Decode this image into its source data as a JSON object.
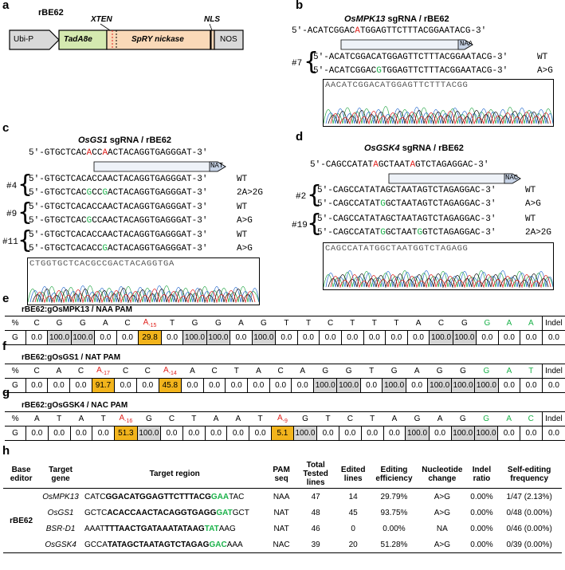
{
  "panels": {
    "a": "a",
    "b": "b",
    "c": "c",
    "d": "d",
    "e": "e",
    "f": "f",
    "g": "g",
    "h": "h"
  },
  "construct": {
    "title": "rBE62",
    "ubi": "Ubi-P",
    "tada": "TadA8e",
    "xten": "XTEN",
    "spry": "SpRY nickase",
    "nls": "NLS",
    "nos": "NOS"
  },
  "b": {
    "title_gene": "OsMPK13",
    "title_rest": " sgRNA / rBE62",
    "ref": "5′-ACATCGGACATGGAGTTCTTTACGGAATACG-3′",
    "pam": "NAA",
    "line": "#7",
    "s1": "5′-ACATCGGACATGGAGTTCTTTACGGAATACG-3′",
    "s1tag": "WT",
    "s2": "5′-ACATCGGACGTGGAGTTCTTTACGGAATACG-3′",
    "s2tag": "A>G",
    "chrom": "AACATCGGACATGGAGTTCTTTACGG"
  },
  "c": {
    "title_gene": "OsGS1",
    "title_rest": " sgRNA / rBE62",
    "ref": "5′-GTGCTCACACCAACTACAGGTGAGGGAT-3′",
    "pam": "NAT",
    "l1": "#4",
    "l2": "#9",
    "l3": "#11",
    "r1a": "5′-GTGCTCACACCAACTACAGGTGAGGGAT-3′",
    "t1a": "WT",
    "r1b": "5′-GTGCTCACGCCGACTACAGGTGAGGGAT-3′",
    "t1b": "2A>2G",
    "r2a": "5′-GTGCTCACACCAACTACAGGTGAGGGAT-3′",
    "t2a": "WT",
    "r2b": "5′-GTGCTCACGCCAACTACAGGTGAGGGAT-3′",
    "t2b": "A>G",
    "r3a": "5′-GTGCTCACACCAACTACAGGTGAGGGAT-3′",
    "t3a": "WT",
    "r3b": "5′-GTGCTCACACCGACTACAGGTGAGGGAT-3′",
    "t3b": "A>G",
    "chrom": "CTGGTGCTCACGCCGACTACAGGTGA"
  },
  "d": {
    "title_gene": "OsGSK4",
    "title_rest": " sgRNA / rBE62",
    "ref": "5′-CAGCCATATAGCTAATAGTCTAGAGGAC-3′",
    "pam": "NAC",
    "l1": "#2",
    "l2": "#19",
    "r1a": "5′-CAGCCATATAGCTAATAGTCTAGAGGAC-3′",
    "t1a": "WT",
    "r1b": "5′-CAGCCATATGGCTAATAGTCTAGAGGAC-3′",
    "t1b": "A>G",
    "r2a": "5′-CAGCCATATAGCTAATAGTCTAGAGGAC-3′",
    "t2a": "WT",
    "r2b": "5′-CAGCCATATGGCTAATGGTCTAGAGGAC-3′",
    "t2b": "2A>2G",
    "chrom": "CAGCCATATGGCTAATGGTCTAGAGG"
  },
  "heatmaps": [
    {
      "title": "rBE62:gOsMPK13 / NAA PAM",
      "head": [
        "%",
        "C",
        "G",
        "G",
        "A",
        "C",
        "A-15",
        "T",
        "G",
        "G",
        "A",
        "G",
        "T",
        "T",
        "C",
        "T",
        "T",
        "T",
        "A",
        "C",
        "G",
        "G",
        "A",
        "A",
        "Indel"
      ],
      "vals": [
        "G",
        "0.0",
        "100.0",
        "100.0",
        "0.0",
        "0.0",
        "29.8",
        "0.0",
        "100.0",
        "100.0",
        "0.0",
        "100.0",
        "0.0",
        "0.0",
        "0.0",
        "0.0",
        "0.0",
        "0.0",
        "0.0",
        "100.0",
        "100.0",
        "0.0",
        "0.0",
        "0.0",
        "0.0"
      ]
    },
    {
      "title": "rBE62:gOsGS1 / NAT PAM",
      "head": [
        "%",
        "C",
        "A",
        "C",
        "A-17",
        "C",
        "C",
        "A-14",
        "A",
        "C",
        "T",
        "A",
        "C",
        "A",
        "G",
        "G",
        "T",
        "G",
        "A",
        "G",
        "G",
        "G",
        "A",
        "T",
        "Indel"
      ],
      "vals": [
        "G",
        "0.0",
        "0.0",
        "0.0",
        "91.7",
        "0.0",
        "0.0",
        "45.8",
        "0.0",
        "0.0",
        "0.0",
        "0.0",
        "0.0",
        "0.0",
        "100.0",
        "100.0",
        "0.0",
        "100.0",
        "0.0",
        "100.0",
        "100.0",
        "100.0",
        "0.0",
        "0.0",
        "0.0"
      ]
    },
    {
      "title": "rBE62:gOsGSK4 / NAC PAM",
      "head": [
        "%",
        "A",
        "T",
        "A",
        "T",
        "A-16",
        "G",
        "C",
        "T",
        "A",
        "A",
        "T",
        "A-9",
        "G",
        "T",
        "C",
        "T",
        "A",
        "G",
        "A",
        "G",
        "G",
        "A",
        "C",
        "Indel"
      ],
      "vals": [
        "G",
        "0.0",
        "0.0",
        "0.0",
        "0.0",
        "51.3",
        "100.0",
        "0.0",
        "0.0",
        "0.0",
        "0.0",
        "0.0",
        "5.1",
        "100.0",
        "0.0",
        "0.0",
        "0.0",
        "0.0",
        "100.0",
        "0.0",
        "100.0",
        "100.0",
        "0.0",
        "0.0",
        "0.0"
      ]
    }
  ],
  "summary": {
    "headers": [
      "Base editor",
      "Target gene",
      "Target region",
      "PAM seq",
      "Total Tested lines",
      "Edited lines",
      "Editing efficiency",
      "Nucleotide change",
      "Indel ratio",
      "Self-editing frequency"
    ],
    "editor": "rBE62",
    "rows": [
      {
        "gene": "OsMPK13",
        "pre": "CATC",
        "core": "GGACATGGAGTTCTTTACG",
        "pam": "GAA",
        "post": "TAC",
        "pamseq": "NAA",
        "total": "47",
        "edited": "14",
        "eff": "29.79%",
        "change": "A>G",
        "indel": "0.00%",
        "self": "1/47 (2.13%)"
      },
      {
        "gene": "OsGS1",
        "pre": "GCTC",
        "core": "ACACCAACTACAGGTGAGG",
        "pam": "GAT",
        "post": "GCT",
        "pamseq": "NAT",
        "total": "48",
        "edited": "45",
        "eff": "93.75%",
        "change": "A>G",
        "indel": "0.00%",
        "self": "0/48 (0.00%)"
      },
      {
        "gene": "BSR-D1",
        "pre": "AAAT",
        "core": "TTTAACTGATAAATATAAG",
        "pam": "TAT",
        "post": "AAG",
        "pamseq": "NAT",
        "total": "46",
        "edited": "0",
        "eff": "0.00%",
        "change": "NA",
        "indel": "0.00%",
        "self": "0/46 (0.00%)"
      },
      {
        "gene": "OsGSK4",
        "pre": "GCCA",
        "core": "TATAGCTAATAGTCTAGAG",
        "pam": "GAC",
        "post": "AAA",
        "pamseq": "NAC",
        "total": "39",
        "edited": "20",
        "eff": "51.28%",
        "change": "A>G",
        "indel": "0.00%",
        "self": "0/39 (0.00%)"
      }
    ]
  },
  "colors": {
    "red": "#e0201b",
    "green": "#1bb24a",
    "yellow": "#f2b41c",
    "grey": "#d6d6d6",
    "tada": "#d4e9b0",
    "spry": "#fad9b8"
  }
}
